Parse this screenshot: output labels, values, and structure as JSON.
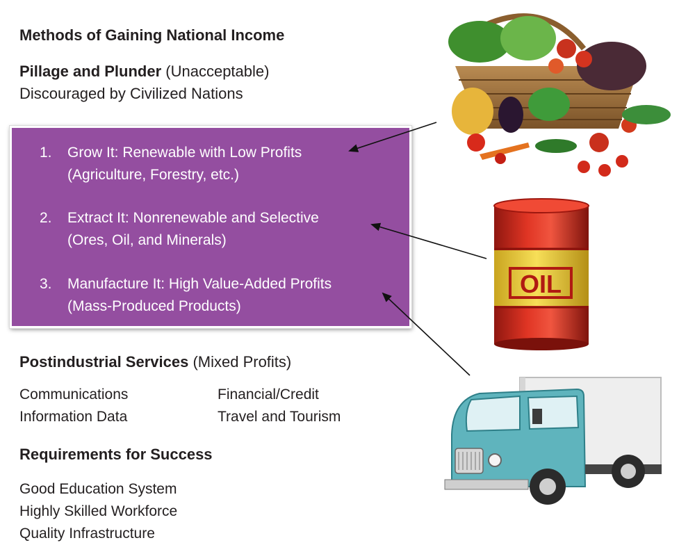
{
  "header": {
    "title": "Methods of Gaining National Income"
  },
  "pillage": {
    "bold": "Pillage and Plunder",
    "note": " (Unacceptable)",
    "line2": "Discouraged by Civilized Nations"
  },
  "methods": [
    {
      "num": "1.",
      "title": "Grow It: Renewable with Low Profits",
      "sub": "(Agriculture, Forestry, etc.)"
    },
    {
      "num": "2.",
      "title": "Extract It: Nonrenewable and Selective",
      "sub": "(Ores, Oil, and Minerals)"
    },
    {
      "num": "3.",
      "title": "Manufacture It: High Value-Added Profits",
      "sub": "(Mass-Produced Products)"
    }
  ],
  "services": {
    "bold": "Postindustrial Services",
    "note": " (Mixed Profits)",
    "col1": [
      "Communications",
      "Information Data"
    ],
    "col2": [
      "Financial/Credit",
      "Travel and Tourism"
    ]
  },
  "requirements": {
    "title": "Requirements for Success",
    "items": [
      "Good Education System",
      "Highly Skilled Workforce",
      "Quality Infrastructure"
    ]
  },
  "barrel_label": "OIL",
  "colors": {
    "box": "#944ea0",
    "barrel_red": "#d42a1e",
    "barrel_band": "#f2d23a",
    "truck_body": "#5fb4bd"
  }
}
